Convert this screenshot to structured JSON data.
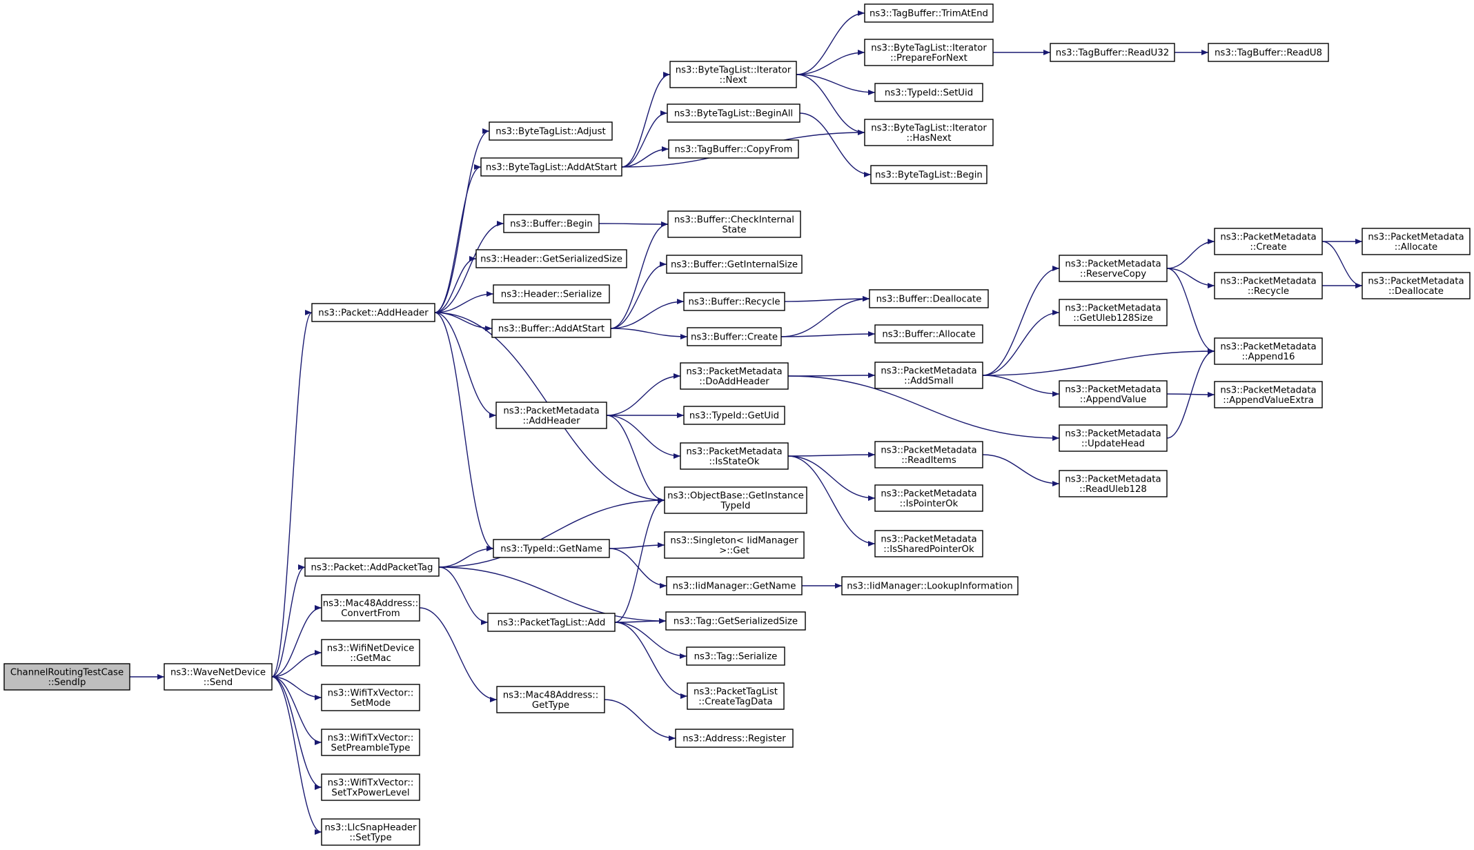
{
  "graph": {
    "type": "call-graph",
    "colors": {
      "edge": "#191970",
      "node_border": "#000000",
      "node_fill": "#ffffff",
      "root_fill": "#bfbfbf"
    },
    "nodes": [
      {
        "id": "n0",
        "lines": [
          "ChannelRoutingTestCase",
          "::SendIp"
        ],
        "root": true
      },
      {
        "id": "n1",
        "lines": [
          "ns3::WaveNetDevice",
          "::Send"
        ]
      },
      {
        "id": "n2",
        "lines": [
          "ns3::Packet::AddHeader"
        ]
      },
      {
        "id": "n3",
        "lines": [
          "ns3::Packet::AddPacketTag"
        ]
      },
      {
        "id": "n4",
        "lines": [
          "ns3::Mac48Address::",
          "ConvertFrom"
        ]
      },
      {
        "id": "n5",
        "lines": [
          "ns3::WifiNetDevice",
          "::GetMac"
        ]
      },
      {
        "id": "n6",
        "lines": [
          "ns3::WifiTxVector::",
          "SetMode"
        ]
      },
      {
        "id": "n7",
        "lines": [
          "ns3::WifiTxVector::",
          "SetPreambleType"
        ]
      },
      {
        "id": "n8",
        "lines": [
          "ns3::WifiTxVector::",
          "SetTxPowerLevel"
        ]
      },
      {
        "id": "n9",
        "lines": [
          "ns3::LlcSnapHeader",
          "::SetType"
        ]
      },
      {
        "id": "n10",
        "lines": [
          "ns3::ByteTagList::Adjust"
        ]
      },
      {
        "id": "n11",
        "lines": [
          "ns3::ByteTagList::AddAtStart"
        ]
      },
      {
        "id": "n12",
        "lines": [
          "ns3::Buffer::Begin"
        ]
      },
      {
        "id": "n13",
        "lines": [
          "ns3::Header::GetSerializedSize"
        ]
      },
      {
        "id": "n14",
        "lines": [
          "ns3::Header::Serialize"
        ]
      },
      {
        "id": "n15",
        "lines": [
          "ns3::Buffer::AddAtStart"
        ]
      },
      {
        "id": "n16",
        "lines": [
          "ns3::PacketMetadata",
          "::AddHeader"
        ]
      },
      {
        "id": "n17",
        "lines": [
          "ns3::TypeId::GetName"
        ]
      },
      {
        "id": "n18",
        "lines": [
          "ns3::PacketTagList::Add"
        ]
      },
      {
        "id": "n19",
        "lines": [
          "ns3::Mac48Address::",
          "GetType"
        ]
      },
      {
        "id": "n20",
        "lines": [
          "ns3::ByteTagList::Iterator",
          "::Next"
        ]
      },
      {
        "id": "n21",
        "lines": [
          "ns3::ByteTagList::BeginAll"
        ]
      },
      {
        "id": "n22",
        "lines": [
          "ns3::TagBuffer::CopyFrom"
        ]
      },
      {
        "id": "n23",
        "lines": [
          "ns3::Buffer::CheckInternal",
          "State"
        ]
      },
      {
        "id": "n24",
        "lines": [
          "ns3::Buffer::GetInternalSize"
        ]
      },
      {
        "id": "n25",
        "lines": [
          "ns3::Buffer::Recycle"
        ]
      },
      {
        "id": "n26",
        "lines": [
          "ns3::Buffer::Create"
        ]
      },
      {
        "id": "n27",
        "lines": [
          "ns3::PacketMetadata",
          "::DoAddHeader"
        ]
      },
      {
        "id": "n28",
        "lines": [
          "ns3::TypeId::GetUid"
        ]
      },
      {
        "id": "n29",
        "lines": [
          "ns3::PacketMetadata",
          "::IsStateOk"
        ]
      },
      {
        "id": "n30",
        "lines": [
          "ns3::ObjectBase::GetInstance",
          "TypeId"
        ]
      },
      {
        "id": "n31",
        "lines": [
          "ns3::Singleton< IidManager",
          ">::Get"
        ]
      },
      {
        "id": "n32",
        "lines": [
          "ns3::IidManager::GetName"
        ]
      },
      {
        "id": "n33",
        "lines": [
          "ns3::Tag::GetSerializedSize"
        ]
      },
      {
        "id": "n34",
        "lines": [
          "ns3::Tag::Serialize"
        ]
      },
      {
        "id": "n35",
        "lines": [
          "ns3::PacketTagList",
          "::CreateTagData"
        ]
      },
      {
        "id": "n36",
        "lines": [
          "ns3::Address::Register"
        ]
      },
      {
        "id": "n37",
        "lines": [
          "ns3::TagBuffer::TrimAtEnd"
        ]
      },
      {
        "id": "n38",
        "lines": [
          "ns3::ByteTagList::Iterator",
          "::PrepareForNext"
        ]
      },
      {
        "id": "n39",
        "lines": [
          "ns3::TypeId::SetUid"
        ]
      },
      {
        "id": "n40",
        "lines": [
          "ns3::ByteTagList::Iterator",
          "::HasNext"
        ]
      },
      {
        "id": "n41",
        "lines": [
          "ns3::ByteTagList::Begin"
        ]
      },
      {
        "id": "n42",
        "lines": [
          "ns3::Buffer::Deallocate"
        ]
      },
      {
        "id": "n43",
        "lines": [
          "ns3::Buffer::Allocate"
        ]
      },
      {
        "id": "n44",
        "lines": [
          "ns3::PacketMetadata",
          "::AddSmall"
        ]
      },
      {
        "id": "n45",
        "lines": [
          "ns3::PacketMetadata",
          "::UpdateHead"
        ]
      },
      {
        "id": "n46",
        "lines": [
          "ns3::PacketMetadata",
          "::ReadItems"
        ]
      },
      {
        "id": "n47",
        "lines": [
          "ns3::PacketMetadata",
          "::IsPointerOk"
        ]
      },
      {
        "id": "n48",
        "lines": [
          "ns3::PacketMetadata",
          "::IsSharedPointerOk"
        ]
      },
      {
        "id": "n49",
        "lines": [
          "ns3::IidManager::LookupInformation"
        ]
      },
      {
        "id": "n50",
        "lines": [
          "ns3::TagBuffer::ReadU32"
        ]
      },
      {
        "id": "n51",
        "lines": [
          "ns3::PacketMetadata",
          "::ReserveCopy"
        ]
      },
      {
        "id": "n52",
        "lines": [
          "ns3::PacketMetadata",
          "::GetUleb128Size"
        ]
      },
      {
        "id": "n53",
        "lines": [
          "ns3::PacketMetadata",
          "::AppendValue"
        ]
      },
      {
        "id": "n54",
        "lines": [
          "ns3::PacketMetadata",
          "::ReadUleb128"
        ]
      },
      {
        "id": "n55",
        "lines": [
          "ns3::TagBuffer::ReadU8"
        ]
      },
      {
        "id": "n56",
        "lines": [
          "ns3::PacketMetadata",
          "::Create"
        ]
      },
      {
        "id": "n57",
        "lines": [
          "ns3::PacketMetadata",
          "::Recycle"
        ]
      },
      {
        "id": "n58",
        "lines": [
          "ns3::PacketMetadata",
          "::Append16"
        ]
      },
      {
        "id": "n59",
        "lines": [
          "ns3::PacketMetadata",
          "::AppendValueExtra"
        ]
      },
      {
        "id": "n60",
        "lines": [
          "ns3::PacketMetadata",
          "::Allocate"
        ]
      },
      {
        "id": "n61",
        "lines": [
          "ns3::PacketMetadata",
          "::Deallocate"
        ]
      }
    ],
    "edges": [
      [
        "n0",
        "n1"
      ],
      [
        "n1",
        "n2"
      ],
      [
        "n1",
        "n3"
      ],
      [
        "n1",
        "n4"
      ],
      [
        "n1",
        "n5"
      ],
      [
        "n1",
        "n6"
      ],
      [
        "n1",
        "n7"
      ],
      [
        "n1",
        "n8"
      ],
      [
        "n1",
        "n9"
      ],
      [
        "n2",
        "n10"
      ],
      [
        "n2",
        "n11"
      ],
      [
        "n2",
        "n12"
      ],
      [
        "n2",
        "n13"
      ],
      [
        "n2",
        "n14"
      ],
      [
        "n2",
        "n15"
      ],
      [
        "n2",
        "n16"
      ],
      [
        "n2",
        "n17"
      ],
      [
        "n2",
        "n30"
      ],
      [
        "n3",
        "n17"
      ],
      [
        "n3",
        "n18"
      ],
      [
        "n3",
        "n30"
      ],
      [
        "n3",
        "n33"
      ],
      [
        "n4",
        "n19"
      ],
      [
        "n11",
        "n20"
      ],
      [
        "n11",
        "n21"
      ],
      [
        "n11",
        "n22"
      ],
      [
        "n11",
        "n40"
      ],
      [
        "n12",
        "n23"
      ],
      [
        "n15",
        "n23"
      ],
      [
        "n15",
        "n24"
      ],
      [
        "n15",
        "n25"
      ],
      [
        "n15",
        "n26"
      ],
      [
        "n16",
        "n27"
      ],
      [
        "n16",
        "n28"
      ],
      [
        "n16",
        "n29"
      ],
      [
        "n16",
        "n30"
      ],
      [
        "n17",
        "n31"
      ],
      [
        "n17",
        "n32"
      ],
      [
        "n18",
        "n30"
      ],
      [
        "n18",
        "n33"
      ],
      [
        "n18",
        "n34"
      ],
      [
        "n18",
        "n35"
      ],
      [
        "n19",
        "n36"
      ],
      [
        "n20",
        "n37"
      ],
      [
        "n20",
        "n38"
      ],
      [
        "n20",
        "n39"
      ],
      [
        "n20",
        "n40"
      ],
      [
        "n21",
        "n41"
      ],
      [
        "n25",
        "n42"
      ],
      [
        "n26",
        "n42"
      ],
      [
        "n26",
        "n43"
      ],
      [
        "n27",
        "n44"
      ],
      [
        "n27",
        "n45"
      ],
      [
        "n29",
        "n46"
      ],
      [
        "n29",
        "n47"
      ],
      [
        "n29",
        "n48"
      ],
      [
        "n32",
        "n49"
      ],
      [
        "n38",
        "n50"
      ],
      [
        "n44",
        "n51"
      ],
      [
        "n44",
        "n52"
      ],
      [
        "n44",
        "n58"
      ],
      [
        "n44",
        "n53"
      ],
      [
        "n45",
        "n58"
      ],
      [
        "n46",
        "n54"
      ],
      [
        "n50",
        "n55"
      ],
      [
        "n51",
        "n56"
      ],
      [
        "n51",
        "n57"
      ],
      [
        "n51",
        "n58"
      ],
      [
        "n53",
        "n59"
      ],
      [
        "n56",
        "n60"
      ],
      [
        "n56",
        "n61"
      ],
      [
        "n57",
        "n61"
      ]
    ]
  }
}
